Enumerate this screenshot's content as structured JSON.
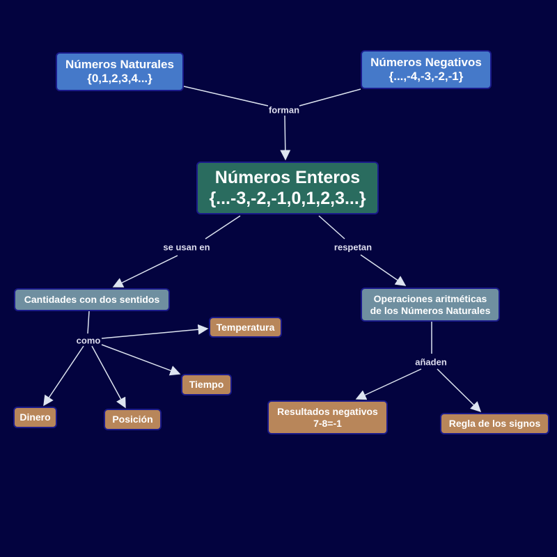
{
  "nodes": {
    "naturales": {
      "line1": "Números Naturales",
      "line2": "{0,1,2,3,4...}"
    },
    "negativos": {
      "line1": "Números Negativos",
      "line2": "{...,-4,-3,-2,-1}"
    },
    "enteros": {
      "line1": "Números Enteros",
      "line2": "{...-3,-2,-1,0,1,2,3...}"
    },
    "cantidades": {
      "line1": "Cantidades con dos sentidos"
    },
    "operaciones": {
      "line1": "Operaciones aritméticas",
      "line2": "de los Números Naturales"
    },
    "temperatura": {
      "line1": "Temperatura"
    },
    "tiempo": {
      "line1": "Tiempo"
    },
    "dinero": {
      "line1": "Dinero"
    },
    "posicion": {
      "line1": "Posición"
    },
    "resultados": {
      "line1": "Resultados negativos",
      "line2": "7-8=-1"
    },
    "regla": {
      "line1": "Regla de los signos"
    }
  },
  "links": {
    "forman": "forman",
    "se_usan_en": "se usan en",
    "respetan": "respetan",
    "como": "como",
    "anaden": "añaden"
  },
  "colors": {
    "background": "#03033f",
    "blue": "#4579c9",
    "green": "#2a6c5f",
    "gray": "#6f8fa0",
    "orange": "#b8865a",
    "line": "#dde4f0"
  }
}
